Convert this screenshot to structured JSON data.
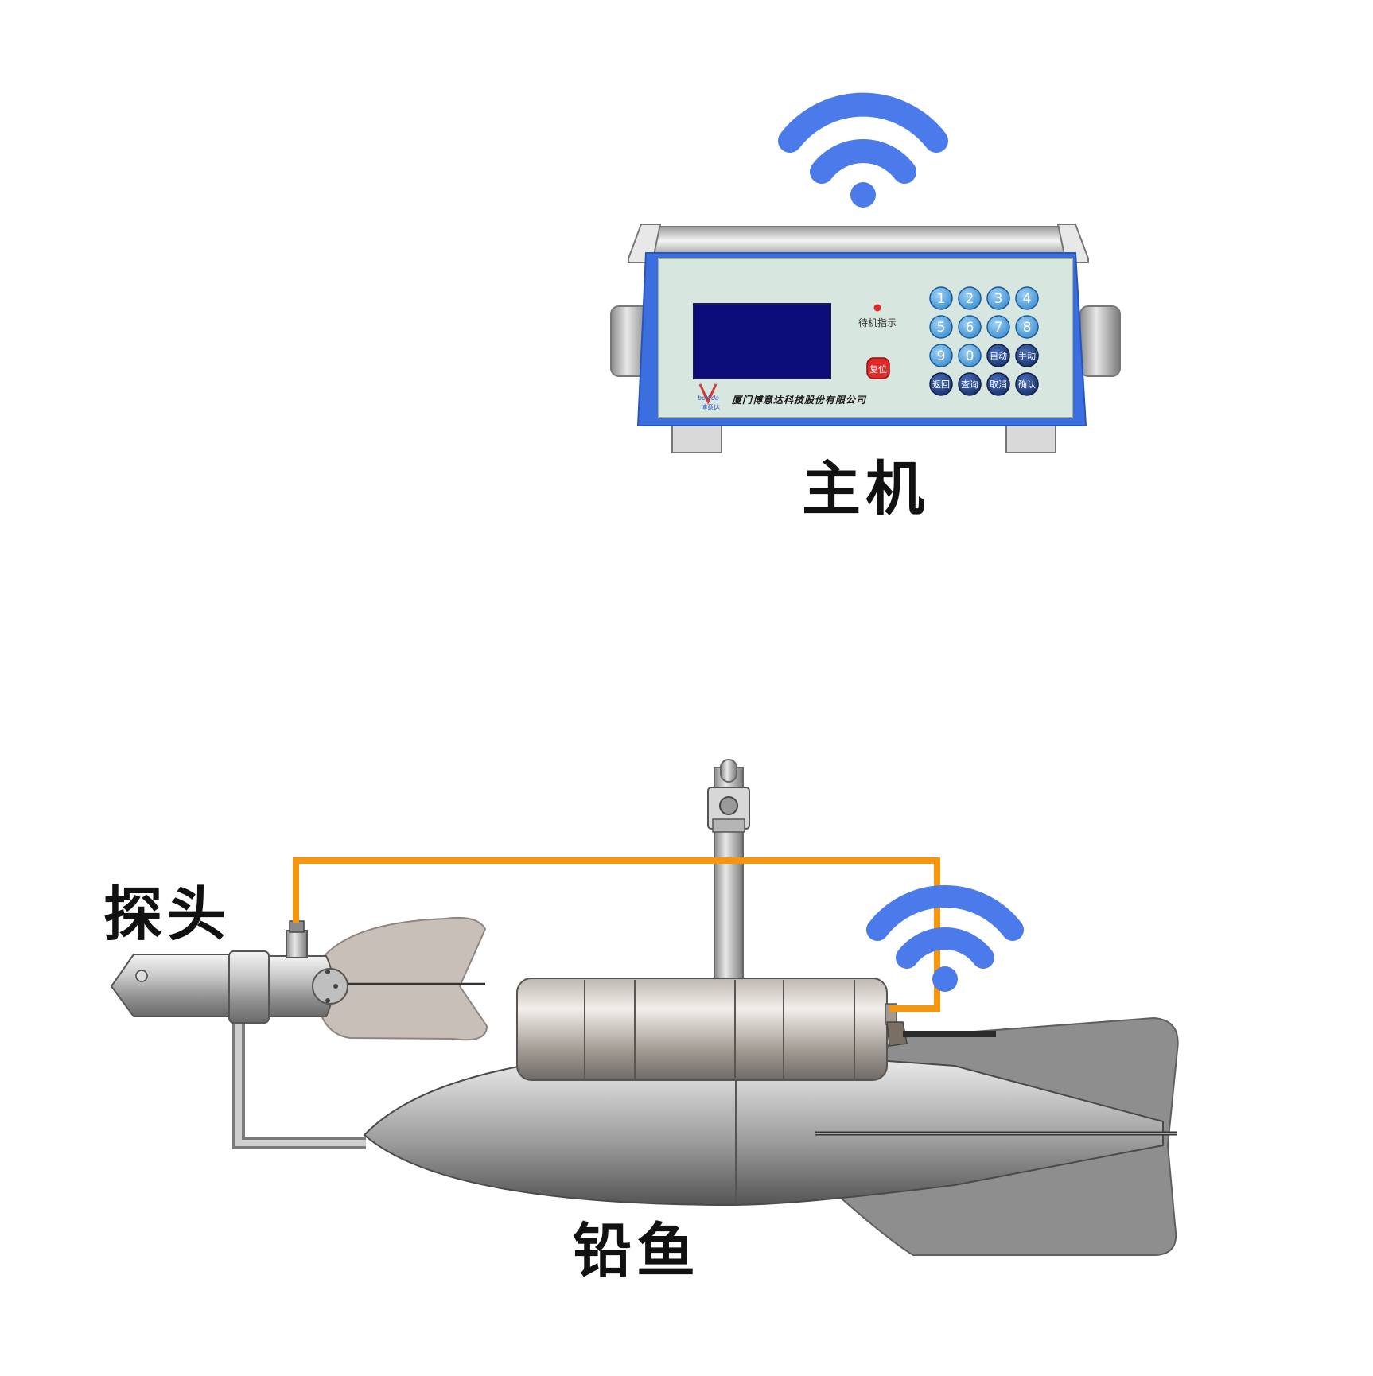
{
  "labels": {
    "host": "主机",
    "probe": "探头",
    "fish": "铅鱼"
  },
  "host_panel": {
    "standby_label": "待机指示",
    "reset_label": "复位",
    "company_name": "厦门博意达科技股份有限公司",
    "logo_sub": "博意达",
    "logo_text": "boYida",
    "keypad": [
      [
        "1",
        "2",
        "3",
        "4"
      ],
      [
        "5",
        "6",
        "7",
        "8"
      ],
      [
        "9",
        "0",
        "自动",
        "手动"
      ],
      [
        "返回",
        "查询",
        "取消",
        "确认"
      ]
    ]
  },
  "colors": {
    "wifi": "#4b7bea",
    "frame_blue": "#3b6fe0",
    "panel": "#d7e6df",
    "screen": "#0b0b7a",
    "cable": "#f5960c",
    "reset_button": "#e02a2a",
    "key": "#2f78c8",
    "key_dark": "#1f3f82",
    "fin": "#c9bfb9",
    "fish_tail": "#8e8e8e"
  },
  "icons": {
    "host_signal": "wifi-icon",
    "fish_signal": "wifi-icon"
  }
}
